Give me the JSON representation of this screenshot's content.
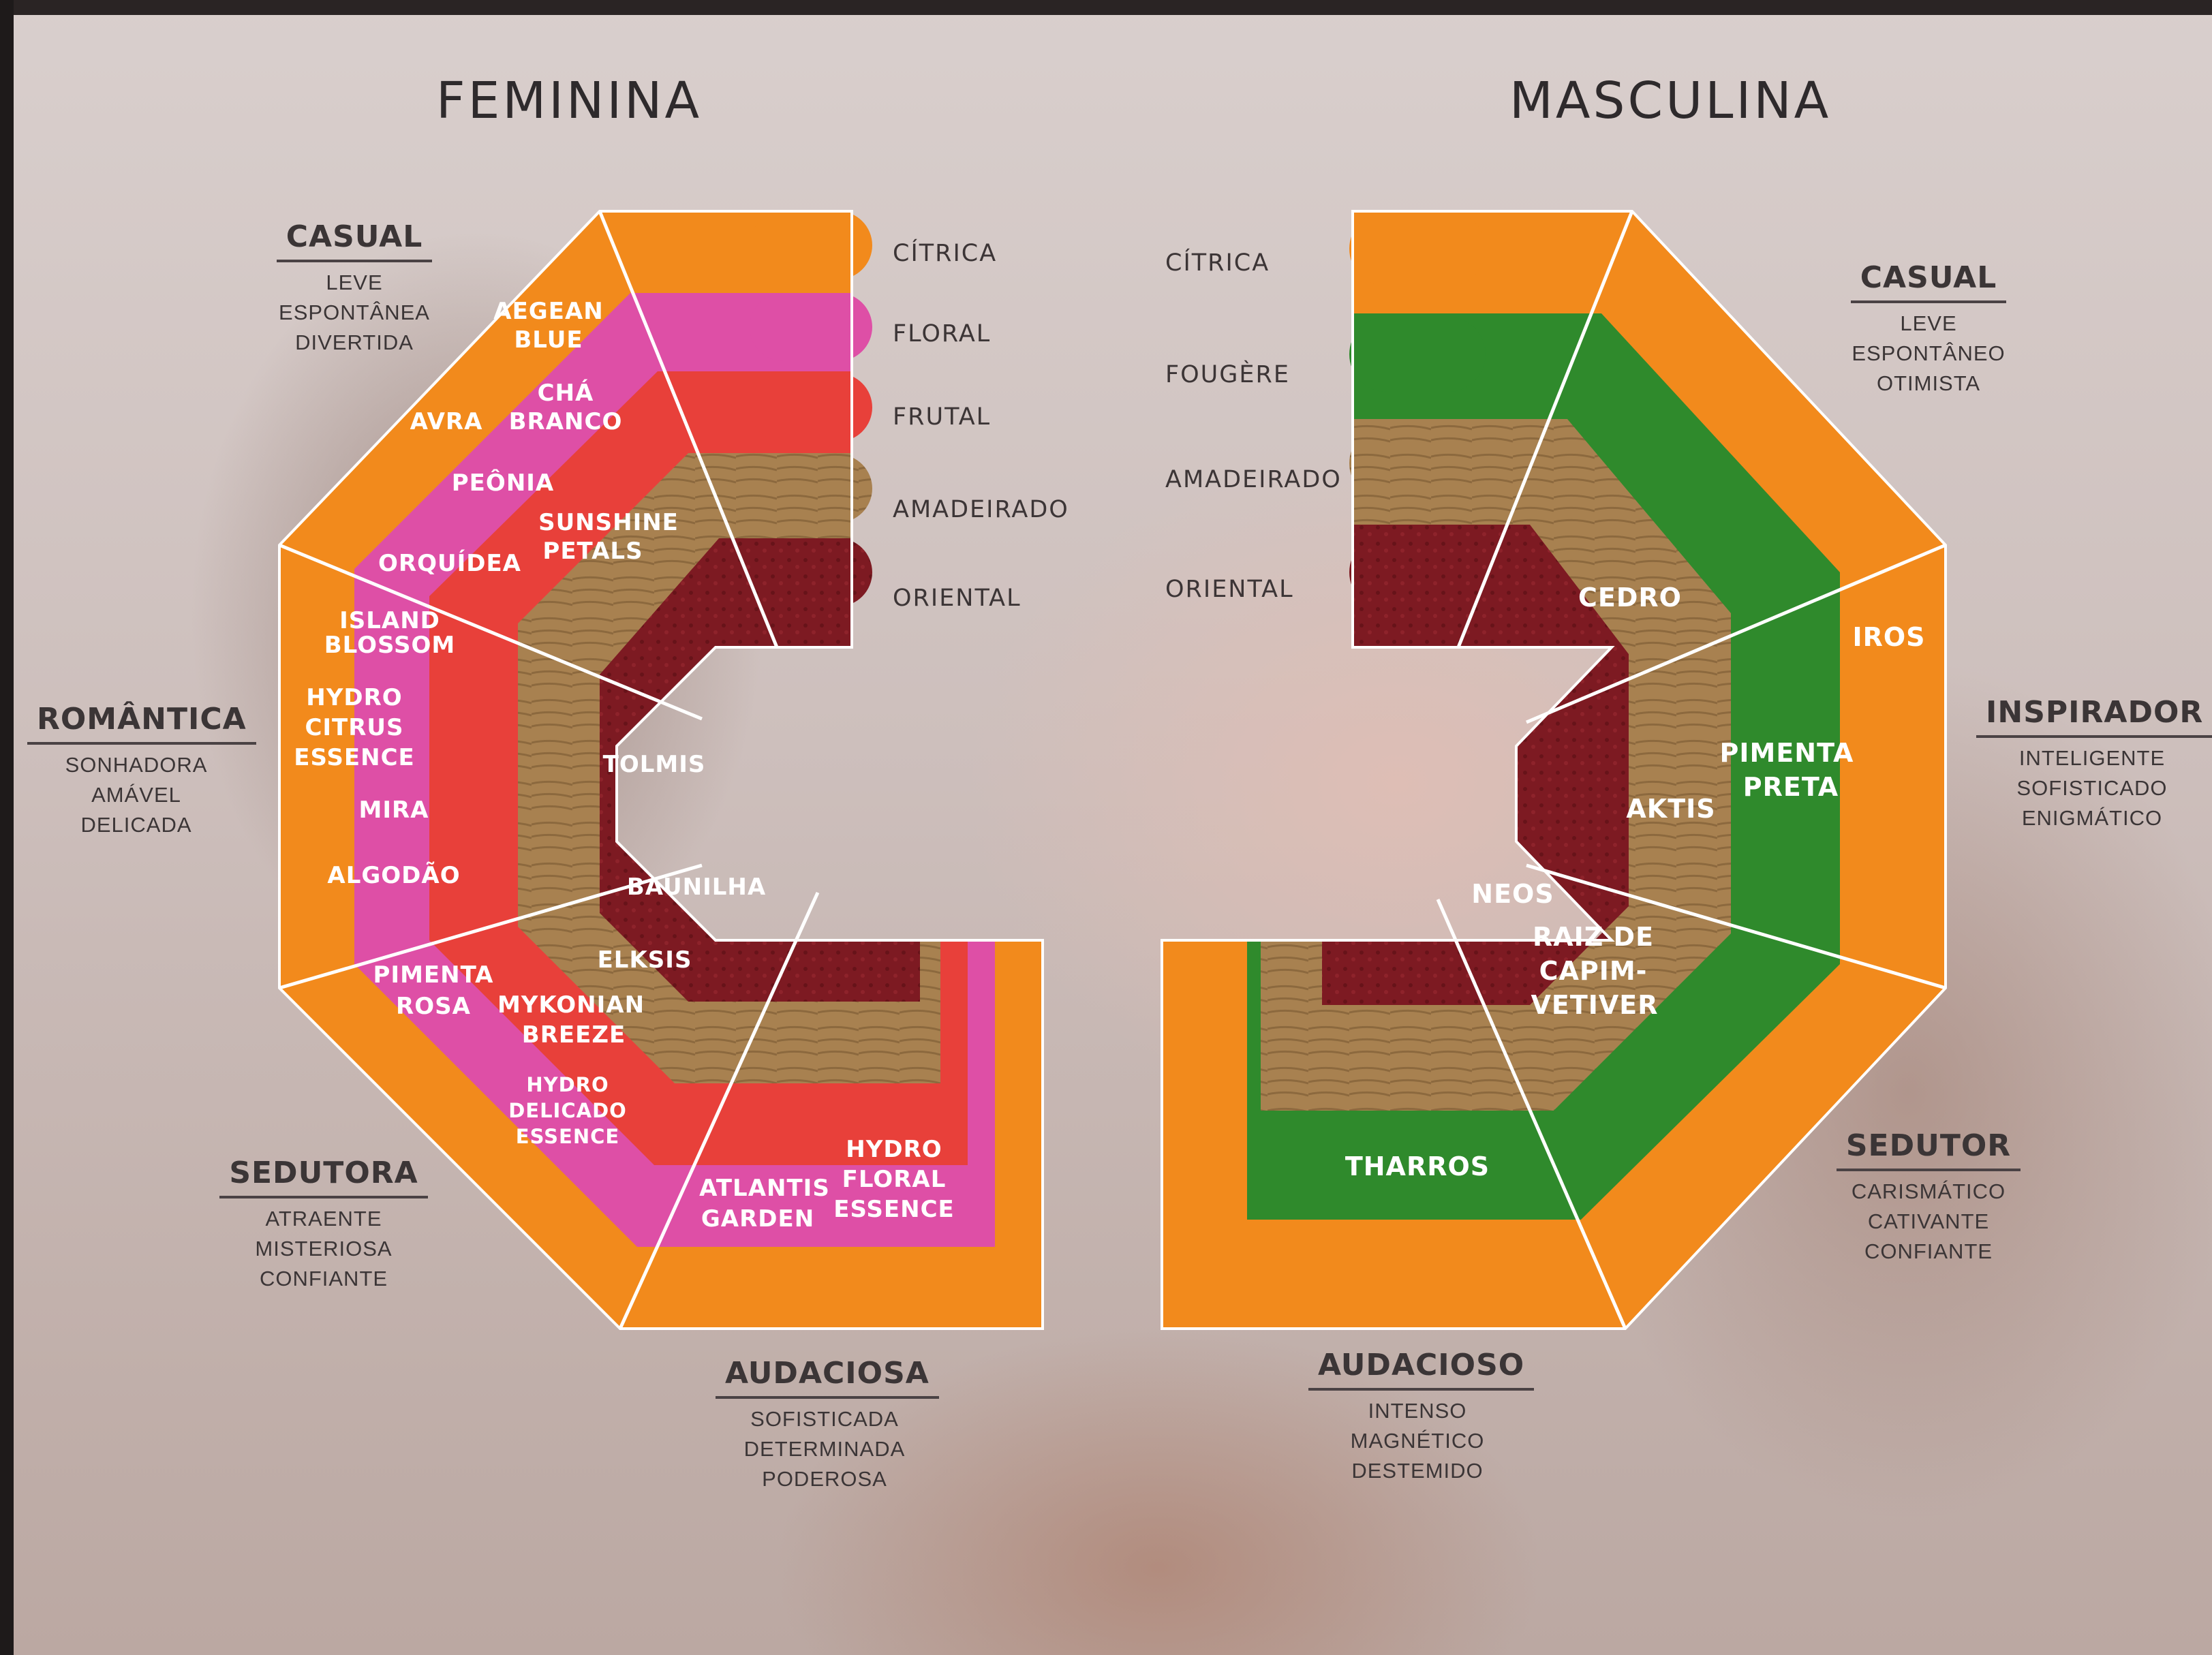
{
  "titles": {
    "feminine": "FEMININA",
    "masculine": "MASCULINA"
  },
  "feminine": {
    "families": [
      "CÍTRICA",
      "FLORAL",
      "FRUTAL",
      "AMADEIRADO",
      "ORIENTAL"
    ],
    "styles": {
      "casual": {
        "head": "CASUAL",
        "desc": [
          "LEVE",
          "ESPONTÂNEA",
          "DIVERTIDA"
        ]
      },
      "romantica": {
        "head": "ROMÂNTICA",
        "desc": [
          "SONHADORA",
          "AMÁVEL",
          "DELICADA"
        ]
      },
      "sedutora": {
        "head": "SEDUTORA",
        "desc": [
          "ATRAENTE",
          "MISTERIOSA",
          "CONFIANTE"
        ]
      },
      "audaciosa": {
        "head": "AUDACIOSA",
        "desc": [
          "SOFISTICADA",
          "DETERMINADA",
          "PODEROSA"
        ]
      }
    },
    "products": {
      "aegean_blue": [
        "AEGEAN",
        "BLUE"
      ],
      "cha_branco": [
        "CHÁ",
        "BRANCO"
      ],
      "avra": [
        "AVRA"
      ],
      "peonia": [
        "PEÔNIA"
      ],
      "sunshine_petals": [
        "SUNSHINE",
        "PETALS"
      ],
      "orquidea": [
        "ORQUÍDEA"
      ],
      "island_blossom": [
        "ISLAND",
        "BLOSSOM"
      ],
      "hydro_citrus": [
        "HYDRO",
        "CITRUS",
        "ESSENCE"
      ],
      "mira": [
        "MIRA"
      ],
      "algodao": [
        "ALGODÃO"
      ],
      "tolmis": [
        "TOLMIS"
      ],
      "baunilha": [
        "BAUNILHA"
      ],
      "elksis": [
        "ELKSIS"
      ],
      "pimenta_rosa": [
        "PIMENTA",
        "ROSA"
      ],
      "mykonian_breeze": [
        "MYKONIAN",
        "BREEZE"
      ],
      "hydro_delicado": [
        "HYDRO",
        "DELICADO",
        "ESSENCE"
      ],
      "atlantis_garden": [
        "ATLANTIS",
        "GARDEN"
      ],
      "hydro_floral": [
        "HYDRO",
        "FLORAL",
        "ESSENCE"
      ]
    }
  },
  "masculine": {
    "families": [
      "CÍTRICA",
      "FOUGÈRE",
      "AMADEIRADO",
      "ORIENTAL"
    ],
    "styles": {
      "casual": {
        "head": "CASUAL",
        "desc": [
          "LEVE",
          "ESPONTÂNEO",
          "OTIMISTA"
        ]
      },
      "inspirador": {
        "head": "INSPIRADOR",
        "desc": [
          "INTELIGENTE",
          "SOFISTICADO",
          "ENIGMÁTICO"
        ]
      },
      "sedutor": {
        "head": "SEDUTOR",
        "desc": [
          "CARISMÁTICO",
          "CATIVANTE",
          "CONFIANTE"
        ]
      },
      "audacioso": {
        "head": "AUDACIOSO",
        "desc": [
          "INTENSO",
          "MAGNÉTICO",
          "DESTEMIDO"
        ]
      }
    },
    "products": {
      "cedro": [
        "CEDRO"
      ],
      "iros": [
        "IROS"
      ],
      "pimenta_preta": [
        "PIMENTA",
        "PRETA"
      ],
      "aktis": [
        "AKTIS"
      ],
      "neos": [
        "NEOS"
      ],
      "raiz": [
        "RAIZ DE",
        "CAPIM-",
        "VETIVER"
      ],
      "tharros": [
        "THARROS"
      ]
    }
  },
  "colors": {
    "citrus": "#f28a1c",
    "floral": "#de4fa6",
    "fruity": "#e8403a",
    "woody": "#a07a45",
    "oriental": "#7d1a22",
    "fougere": "#2f8a2c",
    "line": "#ffffff"
  }
}
